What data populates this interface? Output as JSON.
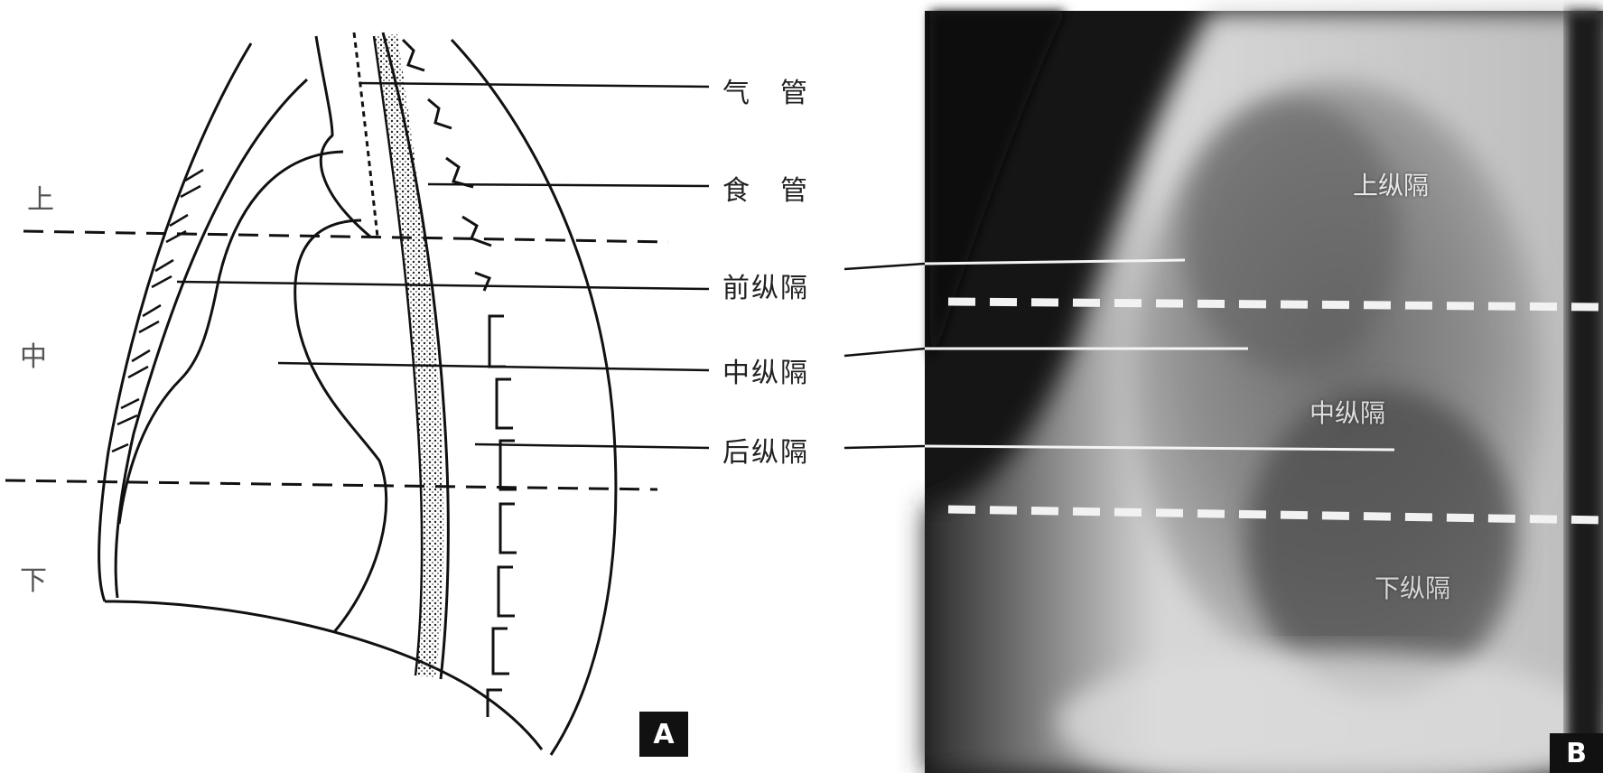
{
  "panel_a": {
    "badge": "A",
    "region_labels": {
      "upper": "上",
      "middle": "中",
      "lower": "下"
    },
    "structure_labels": {
      "trachea": "气　管",
      "esophagus": "食　管",
      "anterior": "前纵隔",
      "middle": "中纵隔",
      "posterior": "后纵隔"
    }
  },
  "panel_b": {
    "badge": "B",
    "region_labels": {
      "upper": "上纵隔",
      "middle": "中纵隔",
      "lower": "下纵隔"
    }
  },
  "colors": {
    "line": "#111111",
    "dash_light": "#f2f2f2",
    "xray_dark": "#141414"
  }
}
